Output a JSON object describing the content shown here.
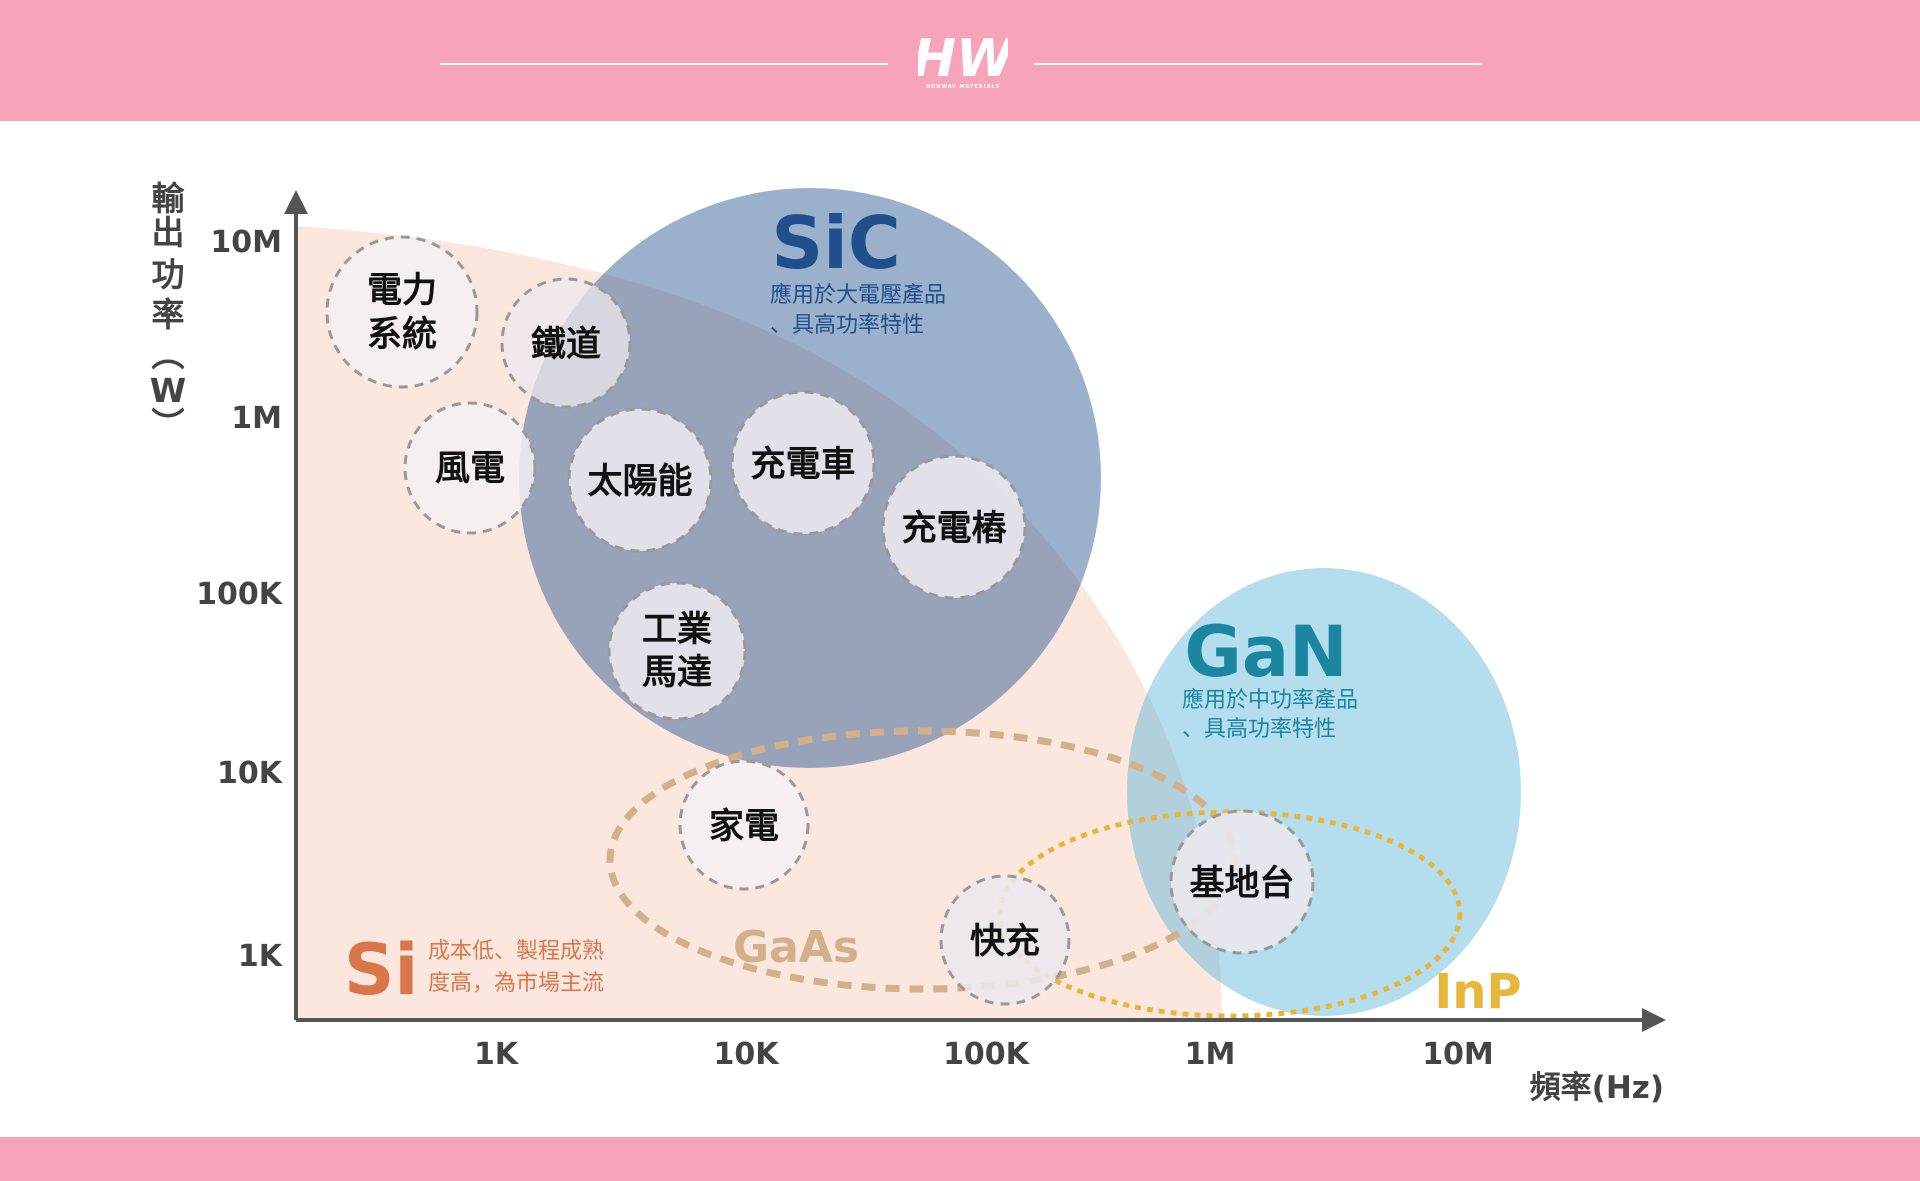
{
  "logo": {
    "mark": "HW",
    "subtitle": "HONWAY MATERIALS"
  },
  "axes": {
    "y_label": [
      "輸",
      "出",
      "功",
      "率",
      "︵",
      "W",
      "︶"
    ],
    "x_label": "頻率(Hz)",
    "y_ticks": [
      "10M",
      "1M",
      "100K",
      "10K",
      "1K"
    ],
    "x_ticks": [
      "1K",
      "10K",
      "100K",
      "1M",
      "10M"
    ]
  },
  "regions": {
    "si": {
      "name": "Si",
      "desc": [
        "成本低、製程成熟",
        "度高，為市場主流"
      ],
      "color": "#d9764a"
    },
    "sic": {
      "name": "SiC",
      "desc": [
        "應用於大電壓產品",
        "、具高功率特性"
      ],
      "color": "#1f4f8c"
    },
    "gan": {
      "name": "GaN",
      "desc": [
        "應用於中功率產品",
        "、具高功率特性"
      ],
      "color": "#1b86a0"
    },
    "gaas": {
      "name": "GaAs",
      "color": "#d4b08a"
    },
    "inp": {
      "name": "InP",
      "color": "#e9b63c"
    }
  },
  "applications": {
    "power_system": [
      "電力",
      "系統"
    ],
    "railway": [
      "鐵道"
    ],
    "wind_power": [
      "風電"
    ],
    "solar": [
      "太陽能"
    ],
    "ev_charging": [
      "充電車"
    ],
    "charging_pile": [
      "充電樁"
    ],
    "industrial_motor": [
      "工業",
      "馬達"
    ],
    "home_appliance": [
      "家電"
    ],
    "base_station": [
      "基地台"
    ],
    "fast_charge": [
      "快充"
    ]
  }
}
